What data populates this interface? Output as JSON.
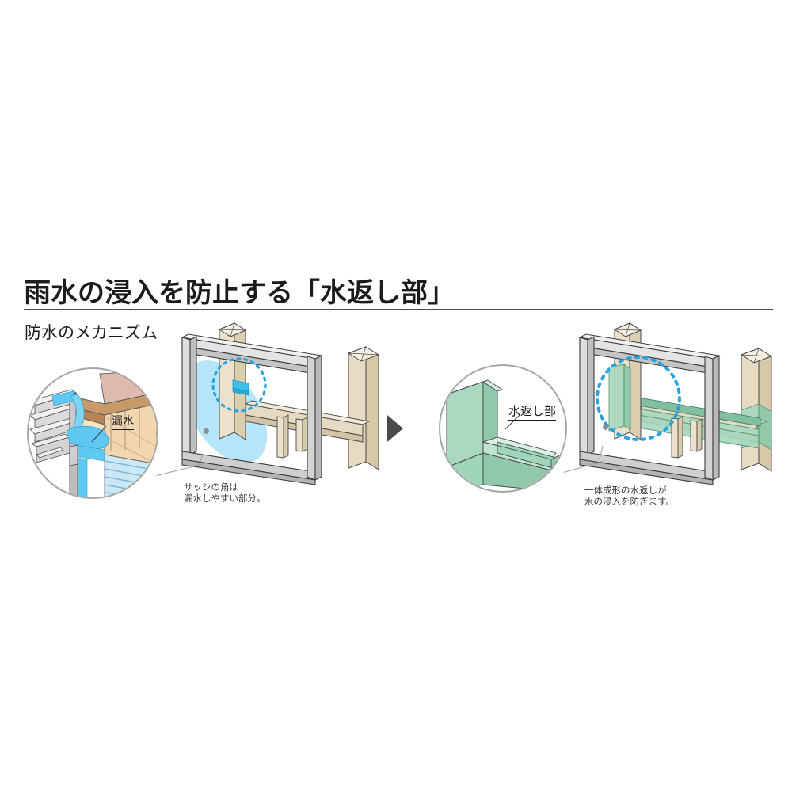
{
  "header": {
    "title": "雨水の浸入を防止する「水返し部」",
    "subtitle": "防水のメカニズム"
  },
  "panels": {
    "before": {
      "detail_label": "漏水",
      "caption_line1": "サッシの角は",
      "caption_line2": "漏水しやすい部分。"
    },
    "after": {
      "detail_label": "水返し部",
      "caption_line1": "一体成形の水返しが",
      "caption_line2": "水の浸入を防ぎます。"
    }
  },
  "flow": {
    "arrow_icon": "triangle-right-icon"
  },
  "colors": {
    "title_text": "#1b1b1b",
    "rule": "#4c4c4c",
    "arrow": "#4a4a4a",
    "bubble_border": "#a6a6a6",
    "water_blue": "#5ec8f2",
    "highlight_blue": "#9ad9f5",
    "dashed_blue": "#29a3e0",
    "waterstop_green": "#a8d8bf",
    "wood_beige": "#ece2cb",
    "wood_tan": "#f2d6b0",
    "wood_brown": "#c89a6a",
    "pink_board": "#dfb9ae",
    "aluminium_gray": "#d8d8d8",
    "leader_gray": "#9a9a9a"
  }
}
